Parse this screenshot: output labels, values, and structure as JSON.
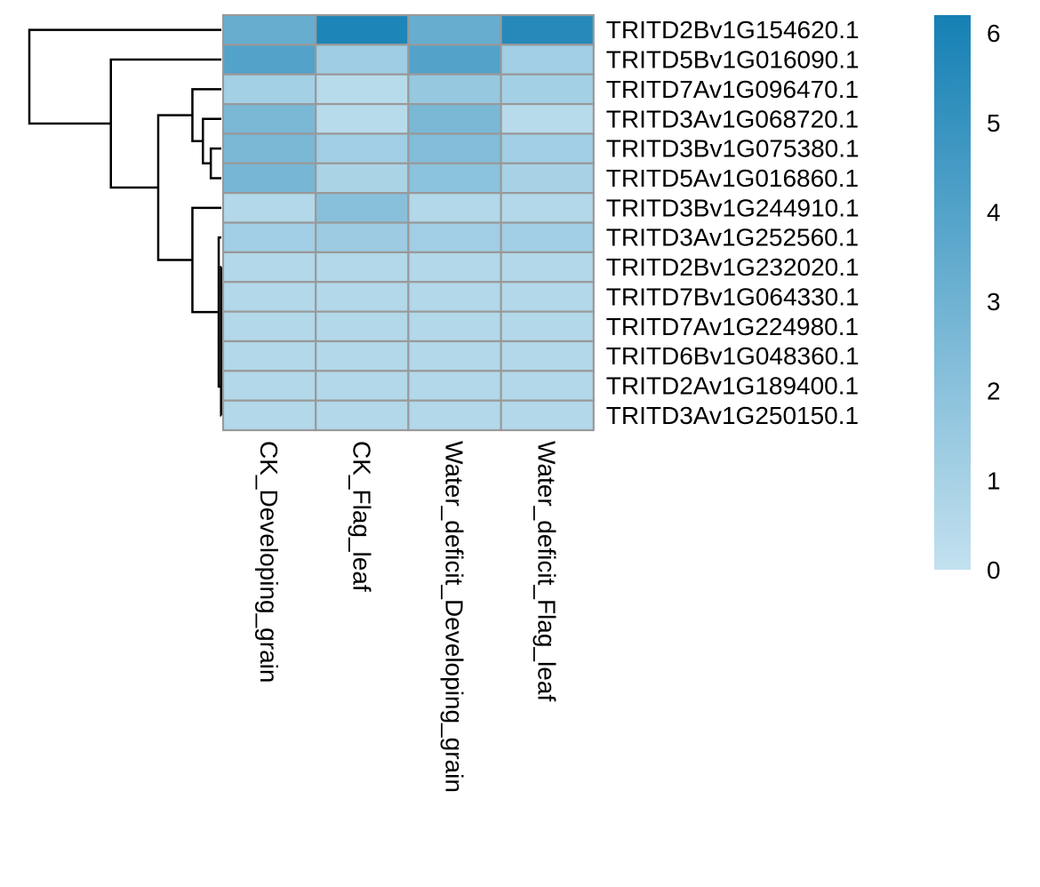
{
  "chart_data": {
    "type": "heatmap",
    "title": "",
    "columns": [
      "CK_Developing_grain",
      "CK_Flag_leaf",
      "Water_deficit_Developing_grain",
      "Water_deficit_Flag_leaf"
    ],
    "rows": [
      "TRITD2Bv1G154620.1",
      "TRITD5Bv1G016090.1",
      "TRITD7Av1G096470.1",
      "TRITD3Av1G068720.1",
      "TRITD3Bv1G075380.1",
      "TRITD5Av1G016860.1",
      "TRITD3Bv1G244910.1",
      "TRITD3Av1G252560.1",
      "TRITD2Bv1G232020.1",
      "TRITD7Bv1G064330.1",
      "TRITD7Av1G224980.1",
      "TRITD6Bv1G048360.1",
      "TRITD2Av1G189400.1",
      "TRITD3Av1G250150.1"
    ],
    "values": [
      [
        3.3,
        5.9,
        3.3,
        5.6
      ],
      [
        4.0,
        1.3,
        4.0,
        1.2
      ],
      [
        1.1,
        0.4,
        1.6,
        1.1
      ],
      [
        2.6,
        0.4,
        2.6,
        0.4
      ],
      [
        2.6,
        1.2,
        2.3,
        1.2
      ],
      [
        2.7,
        0.9,
        2.0,
        1.0
      ],
      [
        0.6,
        2.1,
        0.6,
        0.6
      ],
      [
        1.2,
        1.4,
        1.2,
        1.2
      ],
      [
        0.6,
        0.6,
        0.6,
        0.6
      ],
      [
        0.6,
        0.6,
        0.6,
        0.6
      ],
      [
        0.6,
        0.6,
        0.6,
        0.6
      ],
      [
        0.6,
        0.6,
        0.6,
        0.6
      ],
      [
        0.6,
        0.6,
        0.6,
        0.6
      ],
      [
        0.6,
        0.6,
        0.6,
        0.6
      ]
    ],
    "color_scale": {
      "min": 0,
      "max": 6.2,
      "low_color": "#c3e1ef",
      "high_color": "#1580b4",
      "cell_border_color": "#999999"
    },
    "legend": {
      "position": "right",
      "ticks": [
        "0",
        "1",
        "2",
        "3",
        "4",
        "5",
        "6"
      ]
    },
    "row_dendrogram": {
      "side": "left",
      "merges": [
        [
          -9,
          -10,
          0.01
        ],
        [
          -11,
          1,
          0.01
        ],
        [
          -12,
          2,
          0.01
        ],
        [
          -13,
          3,
          0.01
        ],
        [
          -14,
          4,
          0.01
        ],
        [
          -8,
          5,
          0.1
        ],
        [
          -5,
          -6,
          0.4
        ],
        [
          -4,
          7,
          0.7
        ],
        [
          -7,
          6,
          1.1
        ],
        [
          -3,
          8,
          1.1
        ],
        [
          10,
          9,
          2.4
        ],
        [
          -2,
          11,
          4.2
        ],
        [
          -1,
          12,
          7.3
        ]
      ]
    }
  }
}
